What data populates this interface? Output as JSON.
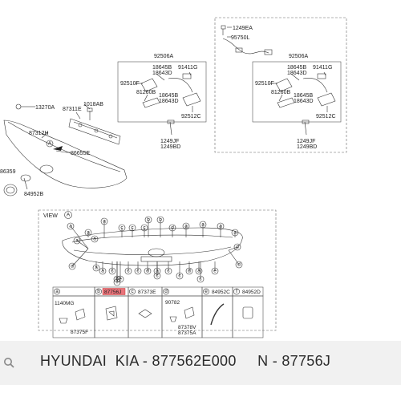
{
  "diagram": {
    "top_left": {
      "labels": {
        "l13270a": "13270A",
        "l87311e": "87311E",
        "l1018ab": "1018AB",
        "l87312h": "87312H",
        "l86655e": "86655E",
        "l86359": "86359",
        "l84952b": "84952B",
        "callout_a": "A"
      }
    },
    "top_right": {
      "labels": {
        "l1249ea": "1249EA",
        "l95750l": "95750L"
      }
    },
    "box_left": {
      "labels": {
        "title": "92506A",
        "l18645b_a": "18645B",
        "l18643d_a": "18643D",
        "l91411g": "91411G",
        "l92510f": "92510F",
        "l81260b": "81260B",
        "l18645b_b": "18645B",
        "l18643d_b": "18643D",
        "l92512c": "92512C",
        "l1249jf": "1249JF",
        "l1249bd": "1249BD"
      }
    },
    "box_right": {
      "labels": {
        "title": "92506A",
        "l18645b_a": "18645B",
        "l18643d_a": "18643D",
        "l91411g": "91411G",
        "l92510f": "92510F",
        "l81260b": "81260B",
        "l18645b_b": "18645B",
        "l18643d_b": "18643D",
        "l92512c": "92512C",
        "l1249jf": "1249JF",
        "l1249bd": "1249BD"
      }
    },
    "view": {
      "label": "VIEW",
      "circle": "A",
      "top_callouts": [
        "a",
        "a",
        "b",
        "b",
        "c",
        "c",
        "d",
        "c",
        "a",
        "a",
        "a",
        "a",
        "a"
      ],
      "left_callouts": [
        "a",
        "d",
        "a"
      ],
      "right_callouts": [
        "d",
        "d"
      ],
      "bottom_callouts": [
        "a",
        "c",
        "b",
        "c",
        "c",
        "d",
        "a",
        "c",
        "c",
        "d",
        "a",
        "e",
        "f",
        "a",
        "c",
        "c",
        "e"
      ]
    },
    "table": {
      "cells": [
        {
          "letter": "a",
          "parts": [
            "1140MG",
            "87375F"
          ],
          "highlight": false
        },
        {
          "letter": "b",
          "code": "87756J",
          "highlight": true
        },
        {
          "letter": "c",
          "code": "87373E",
          "highlight": false
        },
        {
          "letter": "d",
          "parts": [
            "90782",
            "87378V",
            "87375A"
          ],
          "highlight": false
        },
        {
          "letter": "e",
          "code": "84952C",
          "highlight": false
        },
        {
          "letter": "f",
          "code": "84952D",
          "highlight": false
        }
      ]
    }
  },
  "footer": {
    "text": "HYUNDAI  KIA - 877562E000     N - 87756J",
    "icon": "search-icon"
  },
  "colors": {
    "highlight": "#e8737a",
    "footer_bg": "#f1f1f1"
  }
}
